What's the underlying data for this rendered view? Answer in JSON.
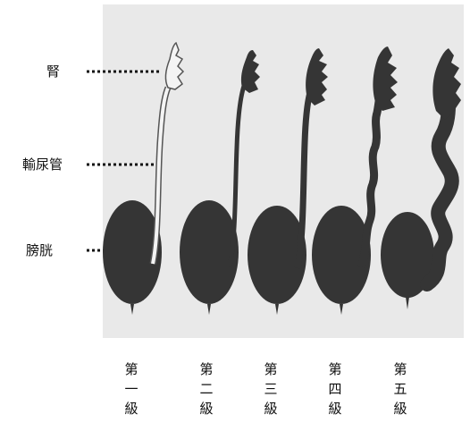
{
  "labels": {
    "kidney": "腎",
    "ureter": "輸尿管",
    "bladder": "膀胱"
  },
  "grades": [
    {
      "chars": [
        "第",
        "一",
        "級"
      ]
    },
    {
      "chars": [
        "第",
        "二",
        "級"
      ]
    },
    {
      "chars": [
        "第",
        "三",
        "級"
      ]
    },
    {
      "chars": [
        "第",
        "四",
        "級"
      ]
    },
    {
      "chars": [
        "第",
        "五",
        "級"
      ]
    }
  ],
  "colors": {
    "panel_background": "#e9e9e9",
    "organ_fill": "#353535",
    "outline": "#555555",
    "pointer_dots": "#111111"
  }
}
